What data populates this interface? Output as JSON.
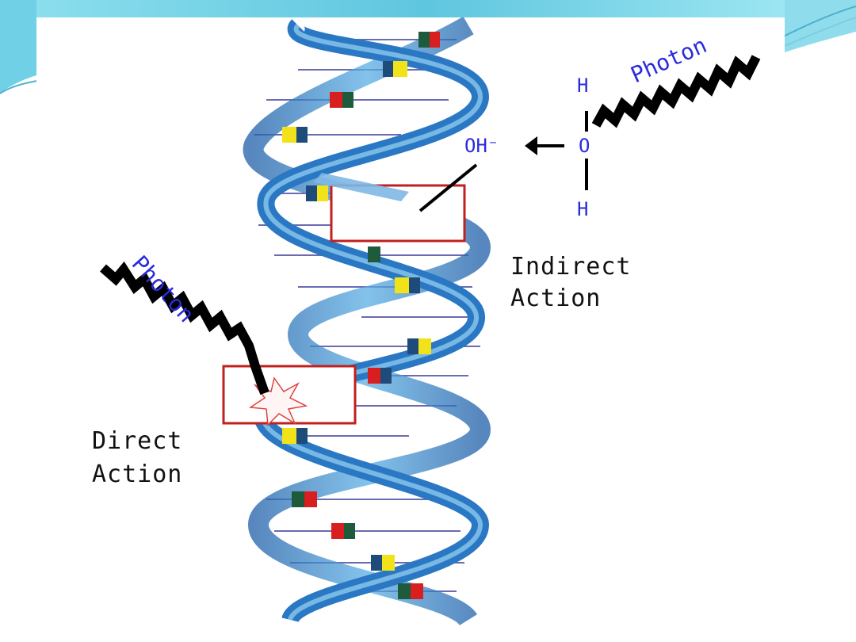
{
  "labels": {
    "photon_top": "Photon",
    "photon_left": "Photon",
    "indirect_line1": "Indirect",
    "indirect_line2": "Action",
    "direct_line1": "Direct",
    "direct_line2": "Action",
    "hydroxide": "OH⁻",
    "hydrogen_top": "H",
    "oxygen": "O",
    "hydrogen_bottom": "H"
  },
  "colors": {
    "helix_blue": "#3f8fd0",
    "helix_dark": "#1f5fa8",
    "rung": "#6b6bb0",
    "highlight_box": "#c0201e",
    "label_blue": "#2a2ae0",
    "label_black": "#111111",
    "photon_zigzag": "#000000",
    "base_yellow": "#f2e21a",
    "base_red": "#d81e1e",
    "base_green": "#1e5a3c",
    "base_navy": "#1f4b7a",
    "slide_wave": "#6fd0e6"
  },
  "icons": {
    "photon_wave": "zigzag-wave",
    "damage_burst": "starburst",
    "reaction_arrow": "left-arrow"
  }
}
